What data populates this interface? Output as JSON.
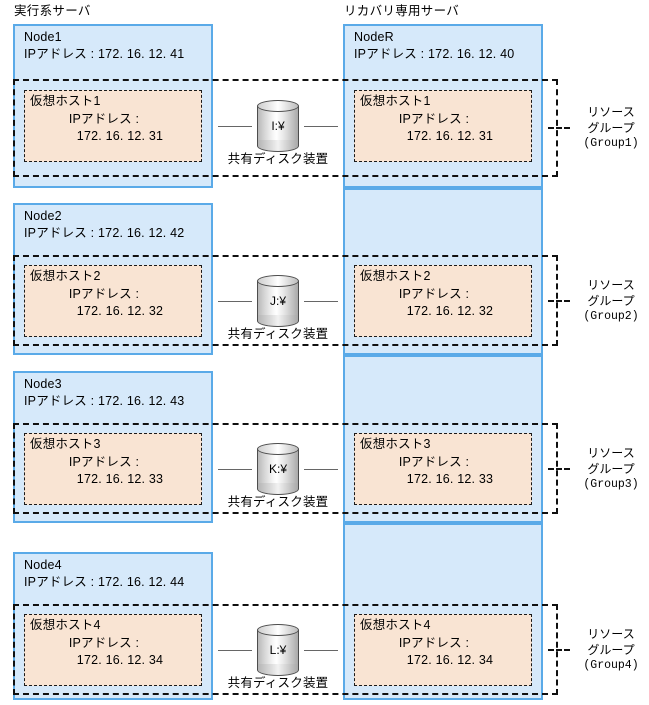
{
  "headers": {
    "active_server": "実行系サーバ",
    "standby_server": "リカバリ専用サーバ"
  },
  "colors": {
    "node_panel_fill": "#d6e9fa",
    "node_panel_border": "#5aaae8",
    "vhost_fill": "#f9e4d3",
    "dashed_border": "#101010",
    "link_line": "#666666"
  },
  "labels": {
    "ip_prefix": "IPアドレス : ",
    "vhost_ip_label": "IPアドレス :",
    "disk_caption": "共有ディスク装置",
    "resource_group_line1": "リソース",
    "resource_group_line2": "グループ"
  },
  "rows": [
    {
      "active_node": {
        "name": "Node1",
        "ip": "IPアドレス : 172. 16. 12. 41"
      },
      "standby_node": {
        "name": "NodeR",
        "ip": "IPアドレス : 172. 16. 12. 40"
      },
      "active_vhost": {
        "name": "仮想ホスト1",
        "ip_label": "IPアドレス :",
        "ip": "172. 16. 12. 31"
      },
      "standby_vhost": {
        "name": "仮想ホスト1",
        "ip_label": "IPアドレス :",
        "ip": "172. 16. 12. 31"
      },
      "disk": {
        "drive": "I:¥",
        "caption": "共有ディスク装置"
      },
      "group": {
        "line1": "リソース",
        "line2": "グループ",
        "line3": "(Group1)"
      }
    },
    {
      "active_node": {
        "name": "Node2",
        "ip": "IPアドレス : 172. 16. 12. 42"
      },
      "standby_node": null,
      "active_vhost": {
        "name": "仮想ホスト2",
        "ip_label": "IPアドレス :",
        "ip": "172. 16. 12. 32"
      },
      "standby_vhost": {
        "name": "仮想ホスト2",
        "ip_label": "IPアドレス :",
        "ip": "172. 16. 12. 32"
      },
      "disk": {
        "drive": "J:¥",
        "caption": "共有ディスク装置"
      },
      "group": {
        "line1": "リソース",
        "line2": "グループ",
        "line3": "(Group2)"
      }
    },
    {
      "active_node": {
        "name": "Node3",
        "ip": "IPアドレス : 172. 16. 12. 43"
      },
      "standby_node": null,
      "active_vhost": {
        "name": "仮想ホスト3",
        "ip_label": "IPアドレス :",
        "ip": "172. 16. 12. 33"
      },
      "standby_vhost": {
        "name": "仮想ホスト3",
        "ip_label": "IPアドレス :",
        "ip": "172. 16. 12. 33"
      },
      "disk": {
        "drive": "K:¥",
        "caption": "共有ディスク装置"
      },
      "group": {
        "line1": "リソース",
        "line2": "グループ",
        "line3": "(Group3)"
      }
    },
    {
      "active_node": {
        "name": "Node4",
        "ip": "IPアドレス : 172. 16. 12. 44"
      },
      "standby_node": null,
      "active_vhost": {
        "name": "仮想ホスト4",
        "ip_label": "IPアドレス :",
        "ip": "172. 16. 12. 34"
      },
      "standby_vhost": {
        "name": "仮想ホスト4",
        "ip_label": "IPアドレス :",
        "ip": "172. 16. 12. 34"
      },
      "disk": {
        "drive": "L:¥",
        "caption": "共有ディスク装置"
      },
      "group": {
        "line1": "リソース",
        "line2": "グループ",
        "line3": "(Group4)"
      }
    }
  ]
}
